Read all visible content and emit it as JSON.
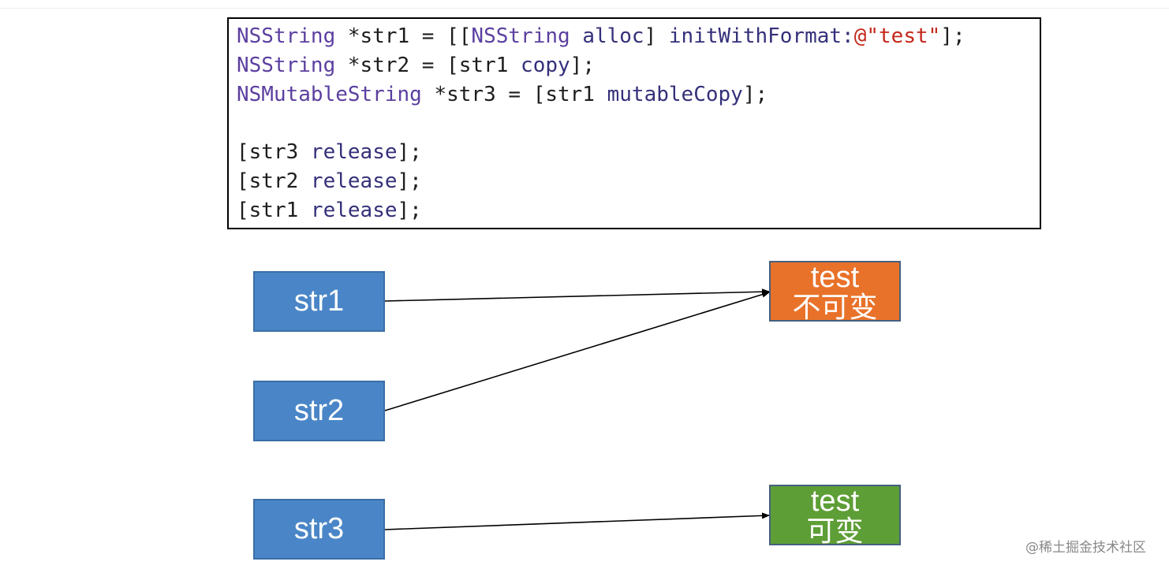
{
  "code": {
    "lines": [
      [
        {
          "t": "NSString",
          "c": "kw-class"
        },
        {
          "t": " *str1 = [[",
          "c": "kw-plain"
        },
        {
          "t": "NSString",
          "c": "kw-class"
        },
        {
          "t": " ",
          "c": "kw-plain"
        },
        {
          "t": "alloc",
          "c": "kw-method"
        },
        {
          "t": "] ",
          "c": "kw-plain"
        },
        {
          "t": "initWithFormat:",
          "c": "kw-method"
        },
        {
          "t": "@\"test\"",
          "c": "kw-string"
        },
        {
          "t": "];",
          "c": "kw-plain"
        }
      ],
      [
        {
          "t": "NSString",
          "c": "kw-class"
        },
        {
          "t": " *str2 = [str1 ",
          "c": "kw-plain"
        },
        {
          "t": "copy",
          "c": "kw-method"
        },
        {
          "t": "];",
          "c": "kw-plain"
        }
      ],
      [
        {
          "t": "NSMutableString",
          "c": "kw-class"
        },
        {
          "t": " *str3 = [str1 ",
          "c": "kw-plain"
        },
        {
          "t": "mutableCopy",
          "c": "kw-method"
        },
        {
          "t": "];",
          "c": "kw-plain"
        }
      ],
      [],
      [
        {
          "t": "[str3 ",
          "c": "kw-plain"
        },
        {
          "t": "release",
          "c": "kw-method"
        },
        {
          "t": "];",
          "c": "kw-plain"
        }
      ],
      [
        {
          "t": "[str2 ",
          "c": "kw-plain"
        },
        {
          "t": "release",
          "c": "kw-method"
        },
        {
          "t": "];",
          "c": "kw-plain"
        }
      ],
      [
        {
          "t": "[str1 ",
          "c": "kw-plain"
        },
        {
          "t": "release",
          "c": "kw-method"
        },
        {
          "t": "];",
          "c": "kw-plain"
        }
      ]
    ]
  },
  "diagram": {
    "vars": {
      "str1": "str1",
      "str2": "str2",
      "str3": "str3"
    },
    "values": {
      "immutable": {
        "line1": "test",
        "line2": "不可变"
      },
      "mutable": {
        "line1": "test",
        "line2": "可变"
      }
    },
    "colors": {
      "var_fill": "#4a86c7",
      "immutable_fill": "#e9722a",
      "mutable_fill": "#5e9e36"
    },
    "edges": [
      {
        "from": "str1",
        "to": "immutable"
      },
      {
        "from": "str2",
        "to": "immutable"
      },
      {
        "from": "str3",
        "to": "mutable"
      }
    ]
  },
  "watermark": "@稀土掘金技术社区"
}
